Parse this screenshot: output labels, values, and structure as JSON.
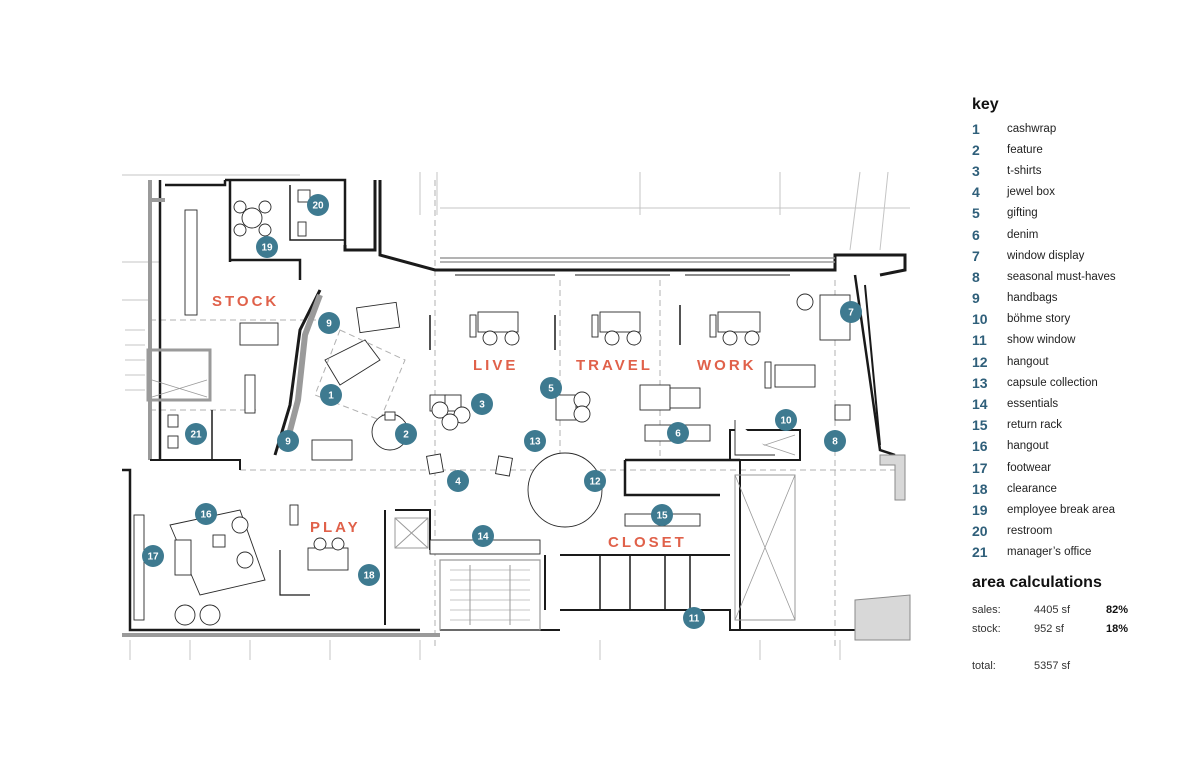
{
  "zones": [
    "STOCK",
    "LIVE",
    "TRAVEL",
    "WORK",
    "PLAY",
    "CLOSET"
  ],
  "key": {
    "title": "key",
    "items": [
      {
        "num": "1",
        "label": "cashwrap"
      },
      {
        "num": "2",
        "label": "feature"
      },
      {
        "num": "3",
        "label": "t-shirts"
      },
      {
        "num": "4",
        "label": "jewel box"
      },
      {
        "num": "5",
        "label": "gifting"
      },
      {
        "num": "6",
        "label": "denim"
      },
      {
        "num": "7",
        "label": "window display"
      },
      {
        "num": "8",
        "label": "seasonal must-haves"
      },
      {
        "num": "9",
        "label": "handbags"
      },
      {
        "num": "10",
        "label": "böhme story"
      },
      {
        "num": "11",
        "label": "show window"
      },
      {
        "num": "12",
        "label": "hangout"
      },
      {
        "num": "13",
        "label": "capsule collection"
      },
      {
        "num": "14",
        "label": "essentials"
      },
      {
        "num": "15",
        "label": "return rack"
      },
      {
        "num": "16",
        "label": "hangout"
      },
      {
        "num": "17",
        "label": "footwear"
      },
      {
        "num": "18",
        "label": "clearance"
      },
      {
        "num": "19",
        "label": "employee break area"
      },
      {
        "num": "20",
        "label": "restroom"
      },
      {
        "num": "21",
        "label": "manager’s office"
      }
    ]
  },
  "plan_markers": [
    "1",
    "2",
    "3",
    "4",
    "5",
    "6",
    "7",
    "8",
    "9",
    "9",
    "10",
    "11",
    "12",
    "13",
    "14",
    "15",
    "16",
    "17",
    "18",
    "19",
    "20",
    "21"
  ],
  "area": {
    "title": "area calculations",
    "rows": [
      {
        "label": "sales:",
        "value": "4405 sf",
        "pct": "82%"
      },
      {
        "label": "stock:",
        "value": "952 sf",
        "pct": "18%"
      }
    ],
    "total": {
      "label": "total:",
      "value": "5357 sf"
    }
  },
  "colors": {
    "marker": "#3e7a90",
    "zone_text": "#e0614a",
    "key_number": "#2f5f7a"
  }
}
